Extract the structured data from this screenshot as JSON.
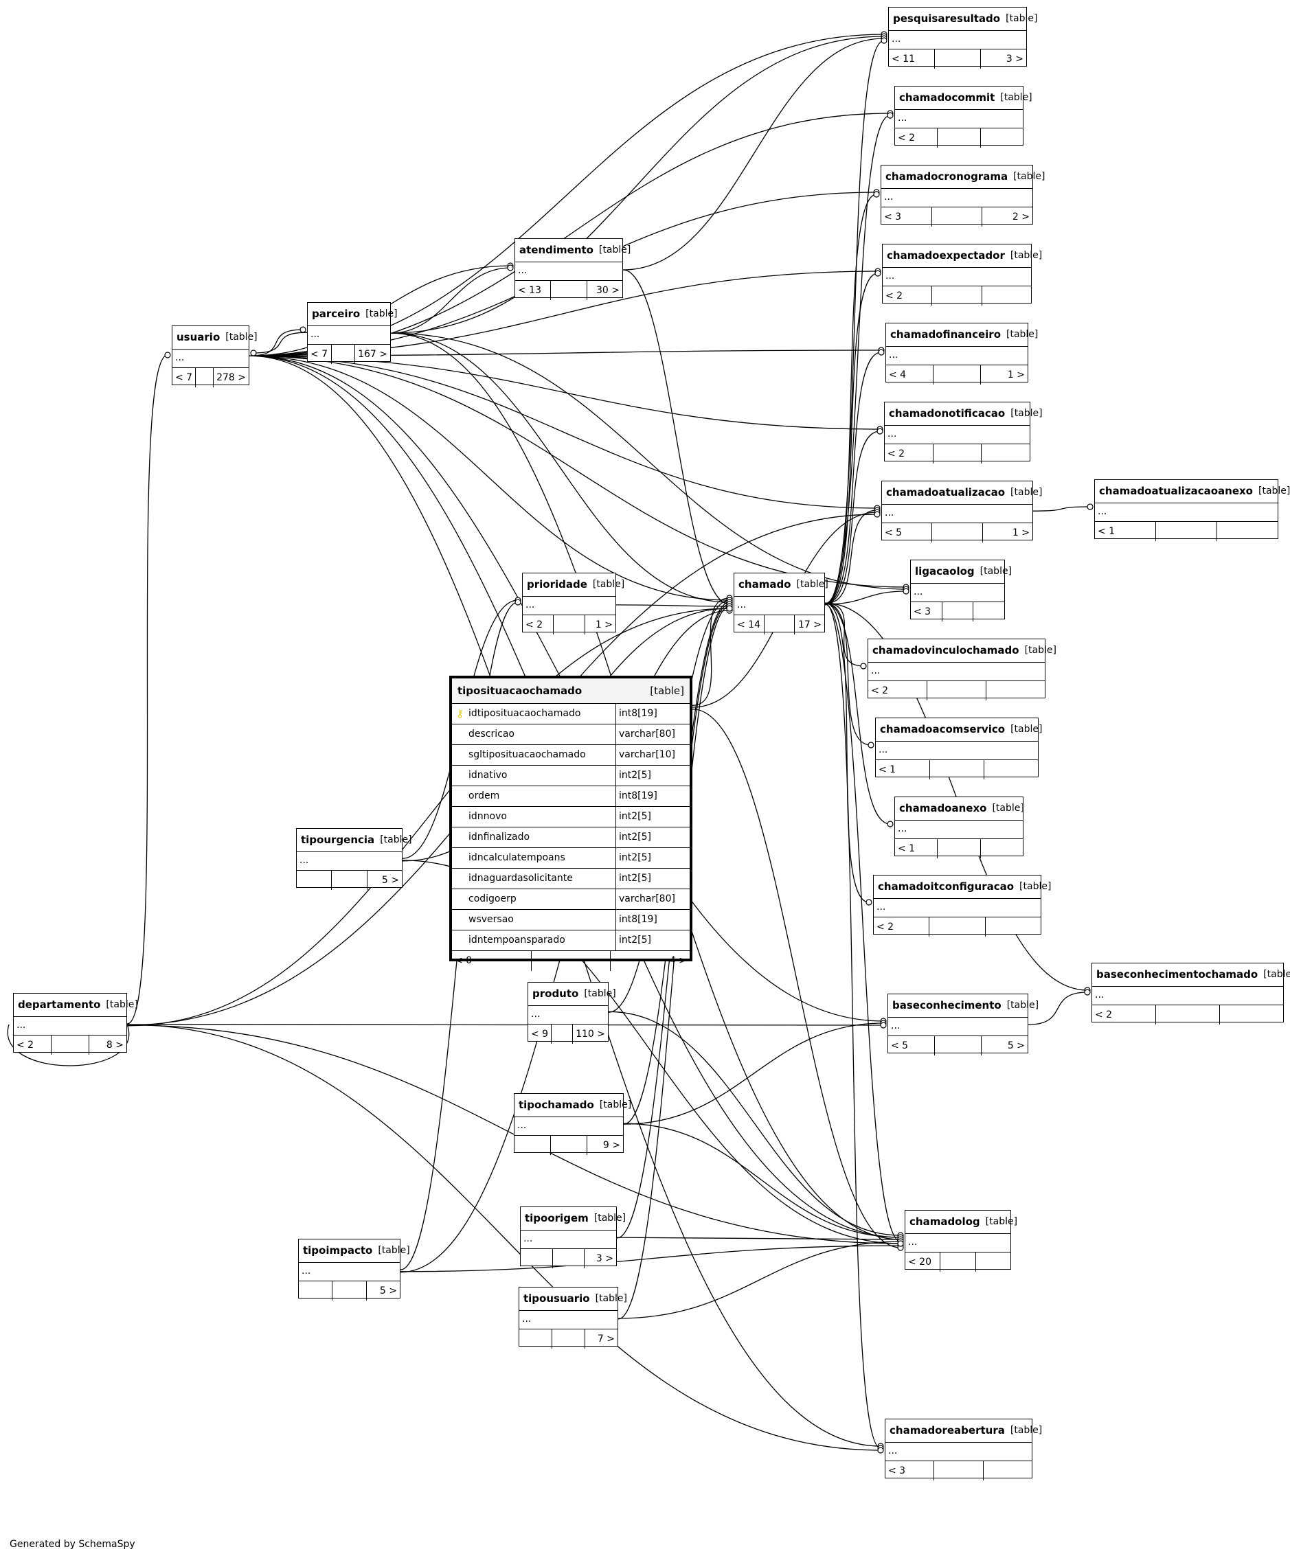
{
  "tables": [
    {
      "id": "pesquisaresultado",
      "name": "pesquisaresultado",
      "type": "[table]",
      "dots": "...",
      "footer": [
        "< 11",
        "",
        "3 >"
      ]
    },
    {
      "id": "chamadocommit",
      "name": "chamadocommit",
      "type": "[table]",
      "dots": "...",
      "footer": [
        "< 2",
        "",
        ""
      ]
    },
    {
      "id": "chamadocronograma",
      "name": "chamadocronograma",
      "type": "[table]",
      "dots": "...",
      "footer": [
        "< 3",
        "",
        "2 >"
      ]
    },
    {
      "id": "chamadoexpectador",
      "name": "chamadoexpectador",
      "type": "[table]",
      "dots": "...",
      "footer": [
        "< 2",
        "",
        ""
      ]
    },
    {
      "id": "chamadofinanceiro",
      "name": "chamadofinanceiro",
      "type": "[table]",
      "dots": "...",
      "footer": [
        "< 4",
        "",
        "1 >"
      ]
    },
    {
      "id": "chamadonotificacao",
      "name": "chamadonotificacao",
      "type": "[table]",
      "dots": "...",
      "footer": [
        "< 2",
        "",
        ""
      ]
    },
    {
      "id": "chamadoatualizacao",
      "name": "chamadoatualizacao",
      "type": "[table]",
      "dots": "...",
      "footer": [
        "< 5",
        "",
        "1 >"
      ]
    },
    {
      "id": "chamadoatualizacaoanexo",
      "name": "chamadoatualizacaoanexo",
      "type": "[table]",
      "dots": "...",
      "footer": [
        "< 1",
        "",
        ""
      ]
    },
    {
      "id": "ligacaolog",
      "name": "ligacaolog",
      "type": "[table]",
      "dots": "...",
      "footer": [
        "< 3",
        "",
        ""
      ]
    },
    {
      "id": "chamadovinculochamado",
      "name": "chamadovinculochamado",
      "type": "[table]",
      "dots": "...",
      "footer": [
        "< 2",
        "",
        ""
      ]
    },
    {
      "id": "chamadoacomservico",
      "name": "chamadoacomservico",
      "type": "[table]",
      "dots": "...",
      "footer": [
        "< 1",
        "",
        ""
      ]
    },
    {
      "id": "chamadoanexo",
      "name": "chamadoanexo",
      "type": "[table]",
      "dots": "...",
      "footer": [
        "< 1",
        "",
        ""
      ]
    },
    {
      "id": "chamadoitconfiguracao",
      "name": "chamadoitconfiguracao",
      "type": "[table]",
      "dots": "...",
      "footer": [
        "< 2",
        "",
        ""
      ]
    },
    {
      "id": "baseconhecimentochamado",
      "name": "baseconhecimentochamado",
      "type": "[table]",
      "dots": "...",
      "footer": [
        "< 2",
        "",
        ""
      ]
    },
    {
      "id": "baseconhecimento",
      "name": "baseconhecimento",
      "type": "[table]",
      "dots": "...",
      "footer": [
        "< 5",
        "",
        "5 >"
      ]
    },
    {
      "id": "chamadolog",
      "name": "chamadolog",
      "type": "[table]",
      "dots": "...",
      "footer": [
        "< 20",
        "",
        ""
      ]
    },
    {
      "id": "chamadoreabertura",
      "name": "chamadoreabertura",
      "type": "[table]",
      "dots": "...",
      "footer": [
        "< 3",
        "",
        ""
      ]
    },
    {
      "id": "atendimento",
      "name": "atendimento",
      "type": "[table]",
      "dots": "...",
      "footer": [
        "< 13",
        "",
        "30 >"
      ]
    },
    {
      "id": "parceiro",
      "name": "parceiro",
      "type": "[table]",
      "dots": "...",
      "footer": [
        "< 7",
        "",
        "167 >"
      ]
    },
    {
      "id": "usuario",
      "name": "usuario",
      "type": "[table]",
      "dots": "...",
      "footer": [
        "< 7",
        "",
        "278 >"
      ]
    },
    {
      "id": "chamado",
      "name": "chamado",
      "type": "[table]",
      "dots": "...",
      "footer": [
        "< 14",
        "",
        "17 >"
      ]
    },
    {
      "id": "prioridade",
      "name": "prioridade",
      "type": "[table]",
      "dots": "...",
      "footer": [
        "< 2",
        "",
        "1 >"
      ]
    },
    {
      "id": "tipourgencia",
      "name": "tipourgencia",
      "type": "[table]",
      "dots": "...",
      "footer": [
        "",
        "",
        "5 >"
      ]
    },
    {
      "id": "produto",
      "name": "produto",
      "type": "[table]",
      "dots": "...",
      "footer": [
        "< 9",
        "",
        "110 >"
      ]
    },
    {
      "id": "tipochamado",
      "name": "tipochamado",
      "type": "[table]",
      "dots": "...",
      "footer": [
        "",
        "",
        "9 >"
      ]
    },
    {
      "id": "tipoorigem",
      "name": "tipoorigem",
      "type": "[table]",
      "dots": "...",
      "footer": [
        "",
        "",
        "3 >"
      ]
    },
    {
      "id": "tipousuario",
      "name": "tipousuario",
      "type": "[table]",
      "dots": "...",
      "footer": [
        "",
        "",
        "7 >"
      ]
    },
    {
      "id": "tipoimpacto",
      "name": "tipoimpacto",
      "type": "[table]",
      "dots": "...",
      "footer": [
        "",
        "",
        "5 >"
      ]
    },
    {
      "id": "departamento",
      "name": "departamento",
      "type": "[table]",
      "dots": "...",
      "footer": [
        "< 2",
        "",
        "8 >"
      ]
    }
  ],
  "detail_table": {
    "name": "tiposituacaochamado",
    "type": "[table]",
    "columns": [
      {
        "name": "idtiposituacaochamado",
        "type": "int8[19]",
        "pk": true
      },
      {
        "name": "descricao",
        "type": "varchar[80]"
      },
      {
        "name": "sgltiposituacaochamado",
        "type": "varchar[10]"
      },
      {
        "name": "idnativo",
        "type": "int2[5]"
      },
      {
        "name": "ordem",
        "type": "int8[19]"
      },
      {
        "name": "idnnovo",
        "type": "int2[5]"
      },
      {
        "name": "idnfinalizado",
        "type": "int2[5]"
      },
      {
        "name": "idncalculatempoans",
        "type": "int2[5]"
      },
      {
        "name": "idnaguardasolicitante",
        "type": "int2[5]"
      },
      {
        "name": "codigoerp",
        "type": "varchar[80]"
      },
      {
        "name": "wsversao",
        "type": "int8[19]"
      },
      {
        "name": "idntempoansparado",
        "type": "int2[5]"
      }
    ],
    "footer": [
      "< 0",
      "",
      "4 >"
    ]
  },
  "relationships": [
    {
      "from": "usuario",
      "to": "pesquisaresultado"
    },
    {
      "from": "usuario",
      "to": "chamadocommit"
    },
    {
      "from": "usuario",
      "to": "chamadocronograma"
    },
    {
      "from": "usuario",
      "to": "chamadoexpectador"
    },
    {
      "from": "usuario",
      "to": "chamadofinanceiro"
    },
    {
      "from": "usuario",
      "to": "chamadonotificacao"
    },
    {
      "from": "usuario",
      "to": "chamadoatualizacao"
    },
    {
      "from": "usuario",
      "to": "ligacaolog"
    },
    {
      "from": "usuario",
      "to": "atendimento"
    },
    {
      "from": "usuario",
      "to": "parceiro"
    },
    {
      "from": "usuario",
      "to": "chamado"
    },
    {
      "from": "usuario",
      "to": "baseconhecimento"
    },
    {
      "from": "usuario",
      "to": "chamadolog"
    },
    {
      "from": "usuario",
      "to": "chamadoreabertura"
    },
    {
      "from": "parceiro",
      "to": "usuario"
    },
    {
      "from": "parceiro",
      "to": "atendimento"
    },
    {
      "from": "parceiro",
      "to": "pesquisaresultado"
    },
    {
      "from": "parceiro",
      "to": "chamado"
    },
    {
      "from": "parceiro",
      "to": "chamadolog"
    },
    {
      "from": "parceiro",
      "to": "ligacaolog"
    },
    {
      "from": "atendimento",
      "to": "pesquisaresultado"
    },
    {
      "from": "atendimento",
      "to": "chamado"
    },
    {
      "from": "chamado",
      "to": "pesquisaresultado"
    },
    {
      "from": "chamado",
      "to": "chamadocommit"
    },
    {
      "from": "chamado",
      "to": "chamadocronograma"
    },
    {
      "from": "chamado",
      "to": "chamadoexpectador"
    },
    {
      "from": "chamado",
      "to": "chamadofinanceiro"
    },
    {
      "from": "chamado",
      "to": "chamadonotificacao"
    },
    {
      "from": "chamado",
      "to": "chamadoatualizacao"
    },
    {
      "from": "chamado",
      "to": "ligacaolog"
    },
    {
      "from": "chamado",
      "to": "chamadovinculochamado"
    },
    {
      "from": "chamado",
      "to": "chamadoacomservico"
    },
    {
      "from": "chamado",
      "to": "chamadoanexo"
    },
    {
      "from": "chamado",
      "to": "chamadoitconfiguracao"
    },
    {
      "from": "chamado",
      "to": "baseconhecimentochamado"
    },
    {
      "from": "chamado",
      "to": "chamadolog"
    },
    {
      "from": "chamado",
      "to": "chamadoreabertura"
    },
    {
      "from": "chamadoatualizacao",
      "to": "chamadoatualizacaoanexo"
    },
    {
      "from": "baseconhecimento",
      "to": "baseconhecimentochamado"
    },
    {
      "from": "prioridade",
      "to": "chamado"
    },
    {
      "from": "tipourgencia",
      "to": "prioridade"
    },
    {
      "from": "tipourgencia",
      "to": "chamado"
    },
    {
      "from": "tipourgencia",
      "to": "chamadolog"
    },
    {
      "from": "tipoimpacto",
      "to": "prioridade"
    },
    {
      "from": "tipoimpacto",
      "to": "chamado"
    },
    {
      "from": "tipoimpacto",
      "to": "chamadolog"
    },
    {
      "from": "tiposituacaochamado",
      "to": "chamado"
    },
    {
      "from": "tiposituacaochamado",
      "to": "chamadoatualizacao"
    },
    {
      "from": "tiposituacaochamado",
      "to": "chamadolog"
    },
    {
      "from": "produto",
      "to": "chamado"
    },
    {
      "from": "produto",
      "to": "chamadolog"
    },
    {
      "from": "tipochamado",
      "to": "chamado"
    },
    {
      "from": "tipochamado",
      "to": "chamadolog"
    },
    {
      "from": "tipochamado",
      "to": "baseconhecimento"
    },
    {
      "from": "tipoorigem",
      "to": "chamado"
    },
    {
      "from": "tipoorigem",
      "to": "chamadolog"
    },
    {
      "from": "tipousuario",
      "to": "chamado"
    },
    {
      "from": "tipousuario",
      "to": "chamadolog"
    },
    {
      "from": "departamento",
      "to": "usuario"
    },
    {
      "from": "departamento",
      "to": "departamento"
    },
    {
      "from": "departamento",
      "to": "chamado"
    },
    {
      "from": "departamento",
      "to": "chamadolog"
    },
    {
      "from": "departamento",
      "to": "chamadoreabertura"
    },
    {
      "from": "departamento",
      "to": "chamadoatualizacao"
    },
    {
      "from": "departamento",
      "to": "baseconhecimento"
    }
  ],
  "footer_note": "Generated by SchemaSpy"
}
